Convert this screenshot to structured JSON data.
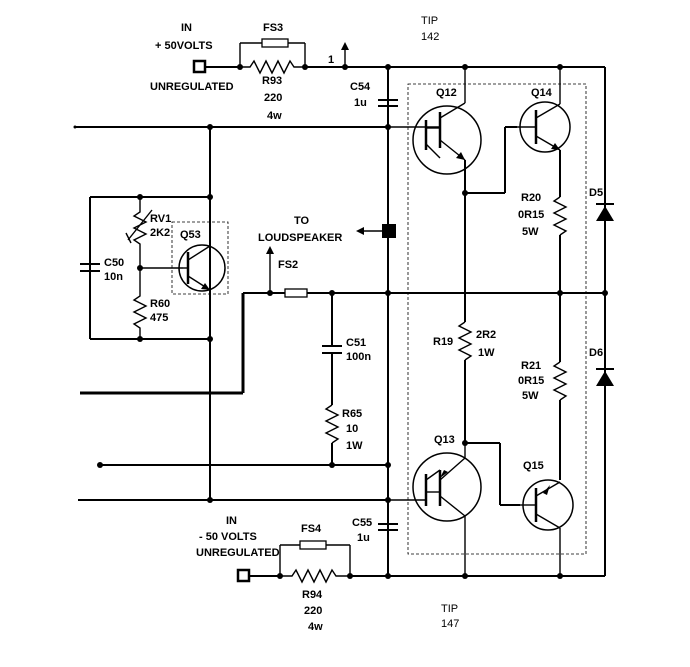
{
  "labels": {
    "in_pos": "IN",
    "pos_volts": "+ 50VOLTS",
    "unreg_pos": "UNREGULATED",
    "fs3": "FS3",
    "r93": "R93",
    "r93_val": "220",
    "r93_w": "4w",
    "node_1": "1",
    "tip142_a": "TIP",
    "tip142_b": "142",
    "c54": "C54",
    "c54_val": "1u",
    "q12": "Q12",
    "q14": "Q14",
    "rv1": "RV1",
    "rv1_val": "2K2",
    "q53": "Q53",
    "c50": "C50",
    "c50_val": "10n",
    "r60": "R60",
    "r60_val": "475",
    "to": "TO",
    "loudspeaker": "LOUDSPEAKER",
    "fs2": "FS2",
    "r20": "R20",
    "r20_val": "0R15",
    "r20_w": "5W",
    "d5": "D5",
    "d6": "D6",
    "c51": "C51",
    "c51_val": "100n",
    "r19": "R19",
    "r19_val": "2R2",
    "r19_w": "1W",
    "r21": "R21",
    "r21_val": "0R15",
    "r21_w": "5W",
    "r65": "R65",
    "r65_val": "10",
    "r65_w": "1W",
    "q13": "Q13",
    "q15": "Q15",
    "c55": "C55",
    "c55_val": "1u",
    "in_neg": "IN",
    "neg_volts": "- 50 VOLTS",
    "unreg_neg": "UNREGULATED",
    "fs4": "FS4",
    "r94": "R94",
    "r94_val": "220",
    "r94_w": "4w",
    "tip147_a": "TIP",
    "tip147_b": "147"
  }
}
